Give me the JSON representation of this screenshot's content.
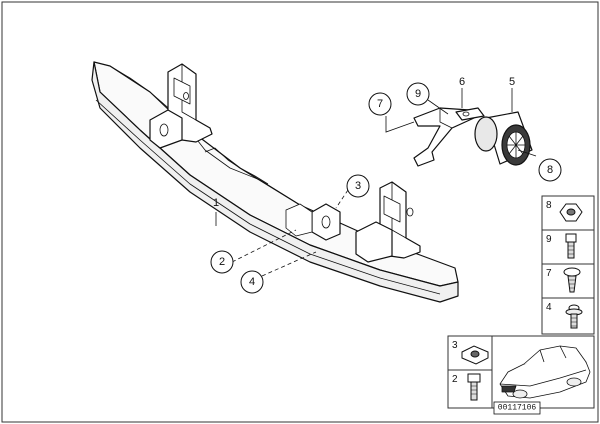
{
  "diagram": {
    "callouts": {
      "c1": "1",
      "c2": "2",
      "c3": "3",
      "c4": "4",
      "c5": "5",
      "c6": "6",
      "c7": "7",
      "c8": "8",
      "c9": "9"
    },
    "hardware_panel": {
      "labels": [
        "8",
        "9",
        "7",
        "4"
      ]
    },
    "bottom_panel": {
      "labels": [
        "3",
        "2"
      ]
    },
    "drawing_number": "00117106"
  }
}
